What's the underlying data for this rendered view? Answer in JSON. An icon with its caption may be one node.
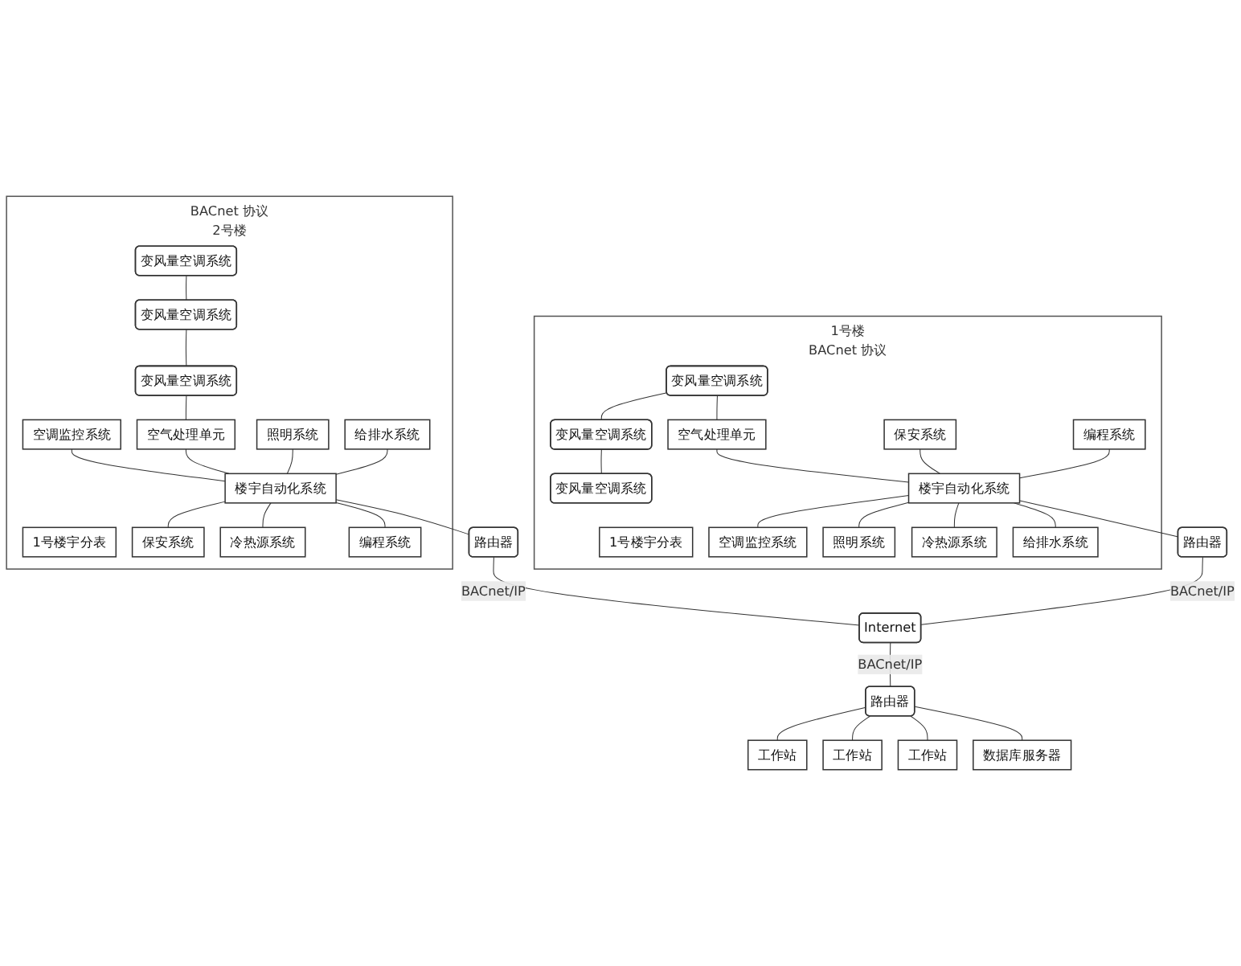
{
  "diagram": {
    "nodes": [
      {
        "text": [
          "1号楼",
          "BACnet 协议"
        ]
      },
      {
        "text": [
          "变风量空调系统"
        ],
        "in": 0
      },
      {
        "text": [
          "变风量空调系统"
        ],
        "in": 0
      },
      {
        "text": [
          "变风量空调系统"
        ],
        "in": 0
      },
      {
        "text": [
          "空气处理单元"
        ],
        "in": 0
      },
      {
        "text": [
          "1号楼宇分表"
        ],
        "in": 0
      },
      {
        "text": [
          "空调监控系统"
        ],
        "in": 0
      },
      {
        "text": [
          "保安系统"
        ],
        "in": 0
      },
      {
        "text": [
          "楼宇自动化系统"
        ],
        "in": 0
      },
      {
        "text": [
          "照明系统"
        ],
        "in": 0
      },
      {
        "text": [
          "编程系统"
        ],
        "in": 0
      },
      {
        "text": [
          "冷热源系统"
        ],
        "in": 0
      },
      {
        "text": [
          "给排水系统"
        ],
        "in": 0
      },
      {
        "text": [
          "BACnet 协议",
          "2号楼"
        ]
      },
      {
        "text": [
          "变风量空调系统"
        ],
        "in": 13
      },
      {
        "text": [
          "变风量空调系统"
        ],
        "in": 13
      },
      {
        "text": [
          "变风量空调系统"
        ],
        "in": 13
      },
      {
        "text": [
          "空调监控系统"
        ],
        "in": 13
      },
      {
        "text": [
          "1号楼宇分表"
        ],
        "in": 13
      },
      {
        "text": [
          "空气处理单元"
        ],
        "in": 13
      },
      {
        "text": [
          "照明系统"
        ],
        "in": 13
      },
      {
        "text": [
          "楼宇自动化系统"
        ],
        "in": 13
      },
      {
        "text": [
          "保安系统"
        ],
        "in": 13
      },
      {
        "text": [
          "给排水系统"
        ],
        "in": 13
      },
      {
        "text": [
          "冷热源系统"
        ],
        "in": 13
      },
      {
        "text": [
          "编程系统"
        ],
        "in": 13
      },
      {
        "text": [
          "路由器"
        ]
      },
      {
        "text": [
          "路由器"
        ]
      },
      {
        "text": [
          "Internet"
        ]
      },
      {
        "text": [
          "路由器"
        ]
      },
      {
        "text": [
          "工作站"
        ]
      },
      {
        "text": [
          "工作站"
        ]
      },
      {
        "text": [
          "工作站"
        ]
      },
      {
        "text": [
          "数据库服务器"
        ]
      }
    ],
    "edges": [
      {
        "from": 1,
        "to": 2,
        "arrow": "none"
      },
      {
        "from": 2,
        "to": 3,
        "arrow": "none"
      },
      {
        "from": 1,
        "to": 4,
        "arrow": "none"
      },
      {
        "from": 4,
        "to": 8,
        "arrow": "none"
      },
      {
        "from": 8,
        "to": 6,
        "arrow": "none"
      },
      {
        "from": 7,
        "to": 8,
        "arrow": "none"
      },
      {
        "from": 8,
        "to": 9,
        "arrow": "none"
      },
      {
        "from": 10,
        "to": 8,
        "arrow": "none"
      },
      {
        "from": 8,
        "to": 11,
        "arrow": "none"
      },
      {
        "from": 8,
        "to": 12,
        "arrow": "none"
      },
      {
        "from": 14,
        "to": 15,
        "arrow": "none"
      },
      {
        "from": 15,
        "to": 16,
        "arrow": "none"
      },
      {
        "from": 16,
        "to": 19,
        "arrow": "none"
      },
      {
        "from": 19,
        "to": 21,
        "arrow": "none"
      },
      {
        "from": 17,
        "to": 21,
        "arrow": "none"
      },
      {
        "from": 20,
        "to": 21,
        "arrow": "none"
      },
      {
        "from": 21,
        "to": 22,
        "arrow": "none"
      },
      {
        "from": 23,
        "to": 21,
        "arrow": "none"
      },
      {
        "from": 21,
        "to": 24,
        "arrow": "none"
      },
      {
        "from": 21,
        "to": 25,
        "arrow": "none"
      },
      {
        "from": 8,
        "to": 26,
        "arrow": "none"
      },
      {
        "from": 21,
        "to": 27,
        "arrow": "none"
      },
      {
        "from": 26,
        "to": 28,
        "arrow": "none",
        "label": "BACnet/IP"
      },
      {
        "from": 27,
        "to": 28,
        "arrow": "none",
        "label": "BACnet/IP"
      },
      {
        "from": 28,
        "to": 29,
        "arrow": "none",
        "label": "BACnet/IP"
      },
      {
        "from": 29,
        "to": 30,
        "arrow": "none"
      },
      {
        "from": 29,
        "to": 31,
        "arrow": "none"
      },
      {
        "from": 29,
        "to": 32,
        "arrow": "none"
      },
      {
        "from": 29,
        "to": 33,
        "arrow": "none"
      }
    ]
  }
}
